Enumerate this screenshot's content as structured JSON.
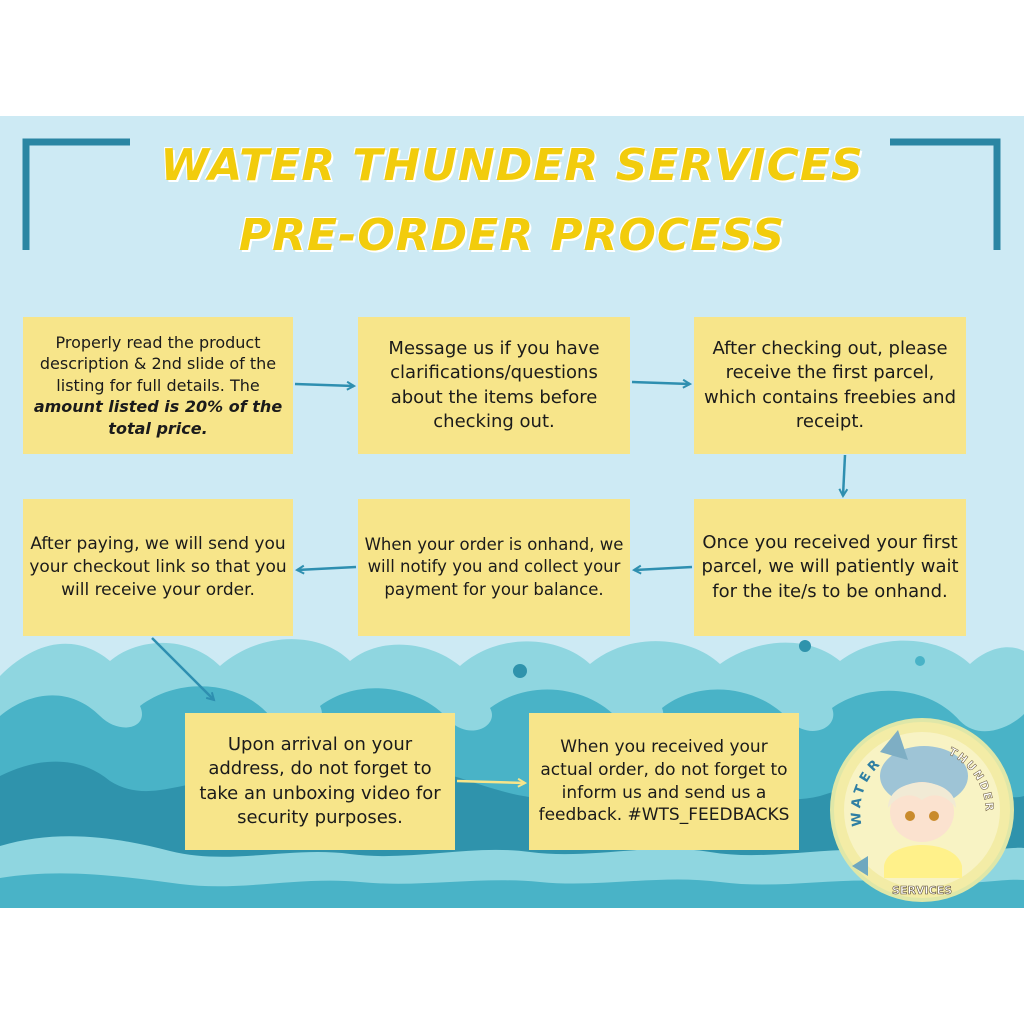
{
  "title": {
    "line1": "WATER THUNDER SERVICES",
    "line2": "PRE-ORDER PROCESS"
  },
  "steps": [
    {
      "text": "Properly read the product description & 2nd slide of the listing for full details. The",
      "emphasis": "amount listed is 20% of the total price."
    },
    {
      "text": "Message us if you have clarifications/questions about the items before checking out."
    },
    {
      "text": "After checking out, please receive the first parcel, which contains freebies and receipt."
    },
    {
      "text": "Once you received your first parcel, we will patiently wait for the ite/s to be onhand."
    },
    {
      "text": "When your order is onhand, we will notify you and collect your payment for your balance."
    },
    {
      "text": "After paying, we will send you your checkout link so that you will receive your order."
    },
    {
      "text": "Upon arrival on your address, do not forget to take an unboxing video for security purposes."
    },
    {
      "text": "When you received your actual order, do not forget to inform us and send us a feedback. #WTS_FEEDBACKS"
    }
  ],
  "badge": {
    "left_word": "WATER",
    "right_word": "THUNDER",
    "bottom_word": "SERVICES"
  },
  "colors": {
    "background": "#cdeaf4",
    "title": "#f2cc0c",
    "box": "#f7e58a",
    "bracket": "#2a86a3",
    "arrow": "#2e8fb0",
    "wave_dark": "#2f93ac",
    "wave_mid": "#49b3c7",
    "wave_light": "#8fd6e0"
  }
}
